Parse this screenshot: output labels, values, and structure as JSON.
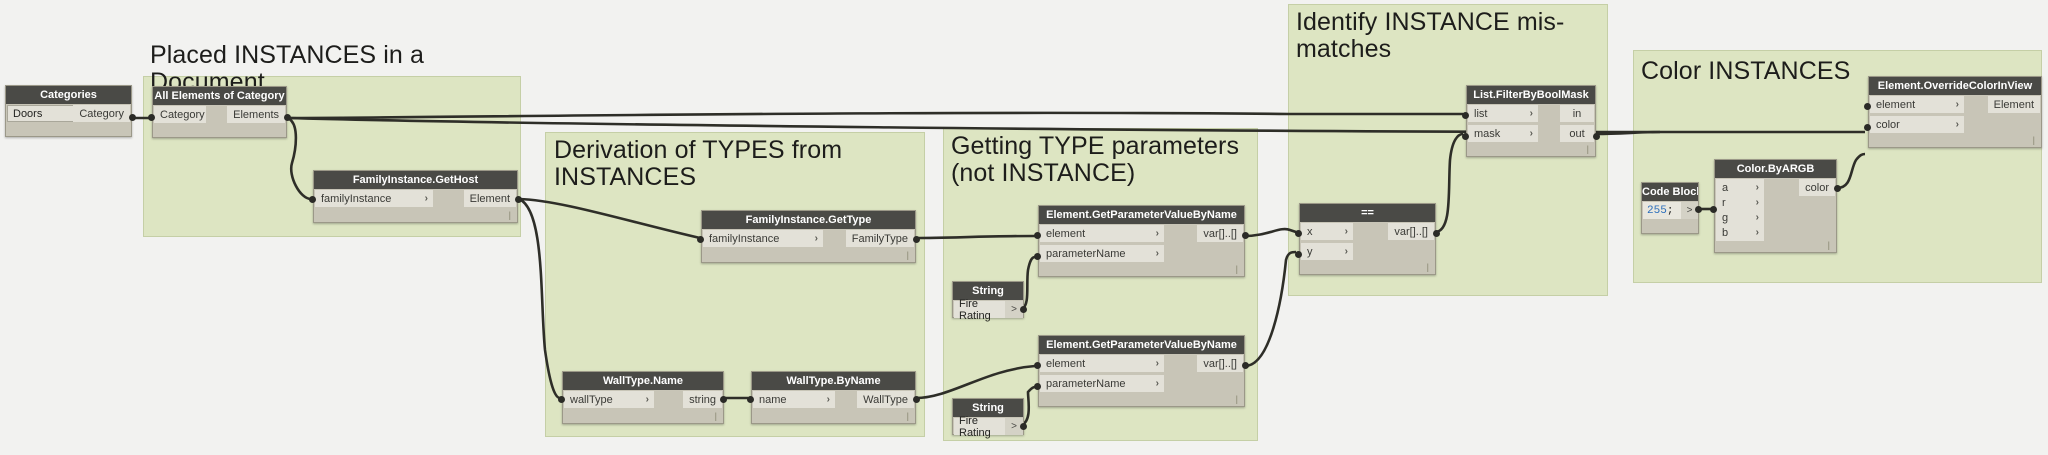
{
  "canvas": {
    "background": "#f2f2f0",
    "group_fill": "#dde5c2",
    "node_header_fill": "#4a4a46",
    "node_body_fill": "#c8c5b7",
    "port_fill": "#e3e1d8",
    "wire_color": "#2e2e28",
    "code_block_number_color": "#2a6ebb"
  },
  "groups": [
    {
      "title": "Placed INSTANCES in a Document"
    },
    {
      "title": "Derivation of TYPES from\nINSTANCES"
    },
    {
      "title": "Getting TYPE parameters\n(not INSTANCE)"
    },
    {
      "title": "Identify INSTANCE mis-\nmatches"
    },
    {
      "title": "Color INSTANCES"
    }
  ],
  "nodes": {
    "categories": {
      "title": "Categories",
      "value": "Doors",
      "caret": "⌄",
      "output": "Category"
    },
    "all_elements_of_category": {
      "title": "All Elements of Category",
      "inputs": [
        "Category"
      ],
      "output": "Elements"
    },
    "familyinstance_gethost": {
      "title": "FamilyInstance.GetHost",
      "inputs": [
        "familyInstance"
      ],
      "output": "Element"
    },
    "familyinstance_gettype": {
      "title": "FamilyInstance.GetType",
      "inputs": [
        "familyInstance"
      ],
      "output": "FamilyType"
    },
    "walltype_name": {
      "title": "WallType.Name",
      "inputs": [
        "wallType"
      ],
      "output": "string"
    },
    "walltype_byname": {
      "title": "WallType.ByName",
      "inputs": [
        "name"
      ],
      "output": "WallType"
    },
    "getparam_top": {
      "title": "Element.GetParameterValueByName",
      "inputs": [
        "element",
        "parameterName"
      ],
      "output": "var[]..[]"
    },
    "getparam_bottom": {
      "title": "Element.GetParameterValueByName",
      "inputs": [
        "element",
        "parameterName"
      ],
      "output": "var[]..[]"
    },
    "string_top": {
      "title": "String",
      "value": "Fire Rating",
      "chevron": ">"
    },
    "string_bottom": {
      "title": "String",
      "value": "Fire Rating",
      "chevron": ">"
    },
    "equals": {
      "title": "==",
      "inputs": [
        "x",
        "y"
      ],
      "output": "var[]..[]"
    },
    "list_filterbyboolmask": {
      "title": "List.FilterByBoolMask",
      "inputs": [
        "list",
        "mask"
      ],
      "outputs": [
        "in",
        "out"
      ]
    },
    "code_block": {
      "title": "Code Block",
      "value_number": "255",
      "value_semicolon": ";",
      "chevron": ">"
    },
    "color_byargb": {
      "title": "Color.ByARGB",
      "inputs": [
        "a",
        "r",
        "g",
        "b"
      ],
      "output": "color"
    },
    "element_overridecolorinview": {
      "title": "Element.OverrideColorInView",
      "inputs": [
        "element",
        "color"
      ],
      "output": "Element"
    }
  },
  "glyphs": {
    "chevron": "›",
    "tick": "|"
  }
}
